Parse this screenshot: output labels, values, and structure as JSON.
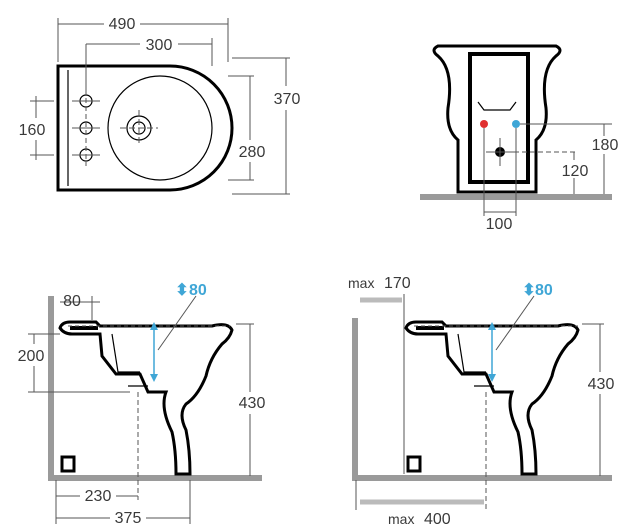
{
  "top_view": {
    "width": "490",
    "inner_width": "300",
    "length": "370",
    "bowl_length": "280",
    "fixing_spacing": "160"
  },
  "front_view": {
    "drain_height": "180",
    "waste_height": "120",
    "supply_spacing": "100"
  },
  "side_left": {
    "tap_offset": "80",
    "tap_arrow": "⬍",
    "overflow_height": "80",
    "fixing_height": "200",
    "total_height": "430",
    "drain_from_wall": "230",
    "depth_to_axis": "375"
  },
  "side_right": {
    "max_label_prefix": "max",
    "max_wall_gap": "170",
    "overflow_height": "80",
    "total_height": "430",
    "max_depth": "400"
  },
  "colors": {
    "accent": "#3fa6d6",
    "hot": "#e03030",
    "cold": "#3fa6d6",
    "floor": "#9a9a9a"
  }
}
